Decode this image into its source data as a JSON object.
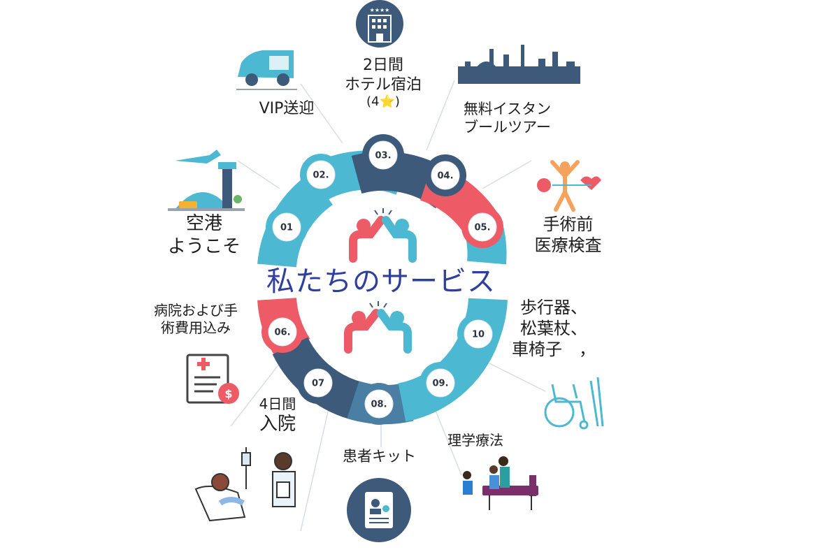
{
  "title": "私たちのサービス",
  "steps": [
    {
      "num": "01",
      "lines": [
        "空港",
        "ようこそ"
      ],
      "icon": "airport-icon"
    },
    {
      "num": "02.",
      "lines": [
        "VIP送迎"
      ],
      "icon": "van-icon"
    },
    {
      "num": "03.",
      "lines": [
        "2日間",
        "ホテル宿泊",
        "(4⭐)"
      ],
      "icon": "hotel-icon"
    },
    {
      "num": "04.",
      "lines": [
        "無料イスタン",
        "ブールツアー"
      ],
      "icon": "city-skyline-icon"
    },
    {
      "num": "05.",
      "lines": [
        "手術前",
        "医療検査"
      ],
      "icon": "fitness-test-icon"
    },
    {
      "num": "06.",
      "lines": [
        "病院および手",
        "術費用込み"
      ],
      "icon": "medical-bill-icon"
    },
    {
      "num": "07",
      "lines": [
        "4日間",
        "入院"
      ],
      "icon": "hospital-bed-icon"
    },
    {
      "num": "08.",
      "lines": [
        "患者キット"
      ],
      "icon": "patient-kit-icon"
    },
    {
      "num": "09.",
      "lines": [
        "理学療法"
      ],
      "icon": "physiotherapy-icon"
    },
    {
      "num": "10",
      "lines": [
        "歩行器、",
        "松葉杖、",
        "車椅子　，"
      ],
      "icon": "wheelchair-icon"
    }
  ],
  "colors": {
    "teal": "#4db8d1",
    "dark_blue": "#3d5a7a",
    "coral": "#ec5b66",
    "title_blue": "#2f3f9c"
  }
}
